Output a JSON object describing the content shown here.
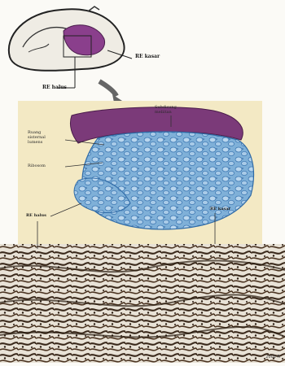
{
  "labels": {
    "re_kasar": "RE kasar",
    "re_halus": "RE halus",
    "re_halus_mid": "RE halus",
    "re_kasar_mid": "RE kasar",
    "subunit": "Subdisung\nmeliitan",
    "ruang": "Ruang\nsisternal\nlumens",
    "ribosom": "Ribosom"
  },
  "corner_text": "2001 R"
}
